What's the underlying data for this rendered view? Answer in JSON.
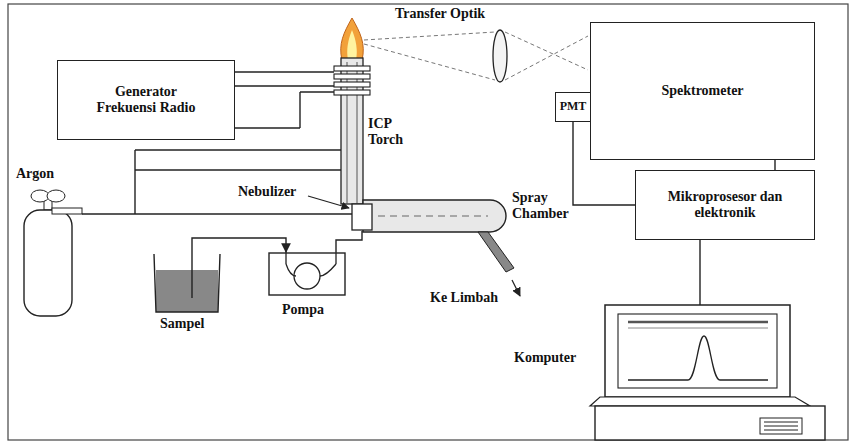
{
  "diagram": {
    "nodes": [
      {
        "text": [
          "Generator Frekuensi Radio"
        ]
      },
      {
        "text": [
          "Spektrometer"
        ]
      },
      {
        "text": [
          "PMT"
        ]
      },
      {
        "text": [
          "Argon"
        ]
      },
      {
        "text": [
          "Mikroprosesor dan elektronik"
        ]
      },
      {
        "text": [
          "Sampel"
        ]
      },
      {
        "text": [
          "Pompa"
        ]
      },
      {
        "text": [
          "Komputer"
        ]
      }
    ],
    "edges": [
      {
        "from": 5,
        "to": 6,
        "arrow": "to"
      },
      {
        "from": 2,
        "to": 4,
        "arrow": "none"
      },
      {
        "from": 1,
        "to": 4,
        "arrow": "none"
      },
      {
        "from": 4,
        "to": 7,
        "arrow": "none"
      }
    ],
    "labels": [
      "Transfer Optik",
      "ICP Torch",
      "Nebulizer",
      "Spray Chamber",
      "Ke Limbah"
    ]
  }
}
